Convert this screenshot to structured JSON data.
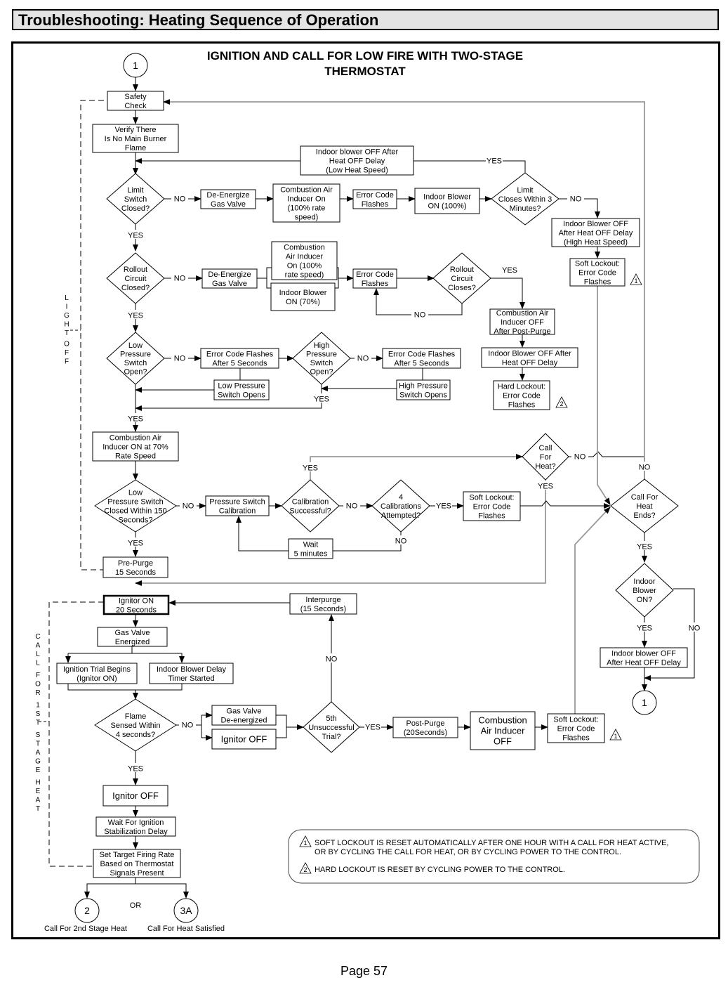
{
  "header": {
    "title": "Troubleshooting:  Heating Sequence of Operation"
  },
  "diagram": {
    "title_lines": [
      "IGNITION AND CALL FOR LOW FIRE WITH TWO-STAGE",
      "THERMOSTAT"
    ],
    "side_labels": {
      "light_off": "LIGHT OFF",
      "first_stage": "CALL FOR 1ST STAGE HEAT"
    },
    "connectors": {
      "start": "1",
      "end_right": "1",
      "second_stage": "2",
      "satisfied": "3A",
      "or_label": "OR",
      "second_stage_caption": "Call For 2nd Stage Heat",
      "satisfied_caption": "Call For Heat Satisfied"
    },
    "boxes": {
      "safety_check": [
        "Safety",
        "Check"
      ],
      "verify_flame": [
        "Verify There",
        "Is No Main Burner",
        "Flame"
      ],
      "blower_off_low": [
        "Indoor blower OFF  After",
        "Heat OFF Delay",
        "(Low Heat Speed)"
      ],
      "deenergize_1": [
        "De-Energize",
        "Gas Valve"
      ],
      "cai_on_100": [
        "Combustion Air",
        "Inducer On",
        "(100% rate",
        "speed)"
      ],
      "error_flash_1": [
        "Error Code",
        "Flashes"
      ],
      "blower_on_100": [
        "Indoor Blower",
        "ON (100%)"
      ],
      "blower_off_high": [
        "Indoor Blower OFF",
        "After Heat OFF Delay",
        "(High Heat Speed)"
      ],
      "soft_lockout_1": [
        "Soft Lockout:",
        "Error Code",
        "Flashes"
      ],
      "deenergize_2": [
        "De-Energize",
        "Gas Valve"
      ],
      "cai_on_100b": [
        "Combustion",
        "Air Inducer",
        "On (100%",
        "rate speed)"
      ],
      "blower_on_70": [
        "Indoor Blower",
        "ON (70%)"
      ],
      "error_flash_2": [
        "Error Code",
        "Flashes"
      ],
      "cai_off_postpurge": [
        "Combustion Air",
        "Inducer OFF",
        "After Post-Purge"
      ],
      "blower_off_after": [
        "Indoor Blower OFF After",
        "Heat OFF Delay"
      ],
      "hard_lockout": [
        "Hard Lockout:",
        "Error Code",
        "Flashes"
      ],
      "err_5s_low": [
        "Error Code Flashes",
        "After 5 Seconds"
      ],
      "low_ps_opens": [
        "Low Pressure",
        "Switch Opens"
      ],
      "err_5s_high": [
        "Error Code Flashes",
        "After 5 Seconds"
      ],
      "high_ps_opens": [
        "High Pressure",
        "Switch Opens"
      ],
      "cai_on_70": [
        "Combustion Air",
        "Inducer ON at 70%",
        "Rate Speed"
      ],
      "ps_calibration": [
        "Pressure Switch",
        "Calibration"
      ],
      "wait_5": [
        "Wait",
        "5 minutes"
      ],
      "soft_lockout_2": [
        "Soft Lockout:",
        "Error Code",
        "Flashes"
      ],
      "prepurge": [
        "Pre-Purge",
        "15 Seconds"
      ],
      "ignitor_on": [
        "Ignitor ON",
        "20 Seconds"
      ],
      "interpurge": [
        "Interpurge",
        "(15 Seconds)"
      ],
      "gv_energized": [
        "Gas Valve",
        "Energized"
      ],
      "ign_trial": [
        "Ignition Trial Begins",
        "(Ignitor ON)"
      ],
      "blower_delay": [
        "Indoor Blower Delay",
        "Timer Started"
      ],
      "gv_deenergized": [
        "Gas Valve",
        "De-energized"
      ],
      "ignitor_off_1": [
        "Ignitor OFF"
      ],
      "postpurge": [
        "Post-Purge",
        "(20Seconds)"
      ],
      "cai_off": [
        "Combustion",
        "Air Inducer",
        "OFF"
      ],
      "soft_lockout_3": [
        "Soft Lockout:",
        "Error Code",
        "Flashes"
      ],
      "ignitor_off_2": [
        "Ignitor OFF"
      ],
      "wait_stab": [
        "Wait For Ignition",
        "Stabilization Delay"
      ],
      "set_rate": [
        "Set Target Firing Rate",
        "Based on Thermostat",
        "Signals Present"
      ],
      "blower_off_final": [
        "Indoor blower OFF",
        "After Heat OFF Delay"
      ]
    },
    "decisions": {
      "limit_closed": [
        "Limit",
        "Switch",
        "Closed?"
      ],
      "limit_3min": [
        "Limit",
        "Closes Within 3",
        "Minutes?"
      ],
      "rollout_closed": [
        "Rollout",
        "Circuit",
        "Closed?"
      ],
      "rollout_closes": [
        "Rollout",
        "Circuit",
        "Closes?"
      ],
      "lps_open": [
        "Low",
        "Pressure",
        "Switch",
        "Open?"
      ],
      "hps_open": [
        "High",
        "Pressure",
        "Switch",
        "Open?"
      ],
      "call_for_heat": [
        "Call",
        "For",
        "Heat?"
      ],
      "lps_150": [
        "Low",
        "Pressure Switch",
        "Closed Within 150",
        "Seconds?"
      ],
      "calib_ok": [
        "Calibration",
        "Successful?"
      ],
      "calib_4": [
        "4",
        "Calibrations",
        "Attempted?"
      ],
      "cfh_ends": [
        "Call For",
        "Heat",
        "Ends?"
      ],
      "blower_on_q": [
        "Indoor",
        "Blower",
        "ON?"
      ],
      "flame_sensed": [
        "Flame",
        "Sensed Within",
        "4 seconds?"
      ],
      "fifth_trial": [
        "5th",
        "Unsuccessful",
        "Trial?"
      ]
    },
    "labels": {
      "yes": "YES",
      "no": "NO"
    },
    "notes": {
      "note1_marker": "1",
      "note1_lines": [
        "SOFT LOCKOUT IS RESET AUTOMATICALLY AFTER ONE HOUR WITH  A CALL FOR HEAT ACTIVE,",
        "OR BY CYCLING  THE CALL FOR HEAT, OR BY CYCLING POWER  TO THE CONTROL."
      ],
      "note2_marker": "2",
      "note2_lines": [
        "HARD LOCKOUT IS RESET BY CYCLING POWER  TO THE CONTROL."
      ]
    }
  },
  "footer": {
    "page": "Page 57"
  }
}
